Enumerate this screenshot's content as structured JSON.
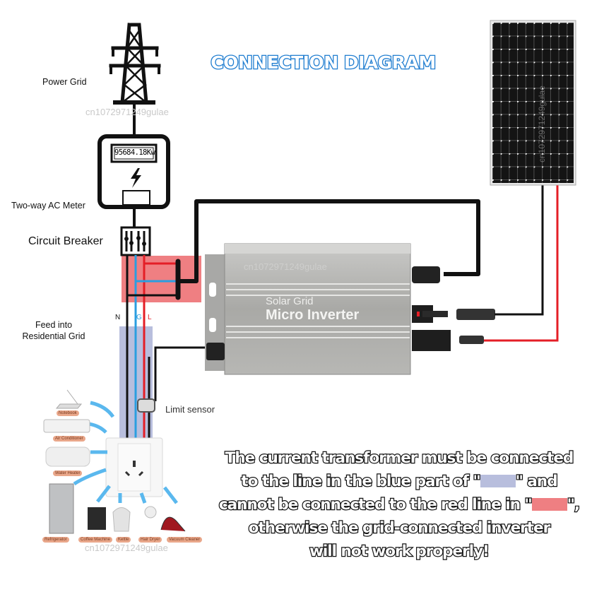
{
  "title": "CONNECTION DIAGRAM",
  "watermark": "cn1072971249gulae",
  "labels": {
    "power_grid": "Power Grid",
    "meter": "Two-way AC Meter",
    "breaker": "Circuit Breaker",
    "feed": "Feed into\nResidential Grid",
    "feed_line1": "Feed into",
    "feed_line2": "Residential Grid",
    "limit_sensor": "Limit sensor",
    "wire_n": "N",
    "wire_g": "G",
    "wire_l": "L"
  },
  "meter": {
    "reading": "95684.18Kw"
  },
  "inverter": {
    "line1": "Solar Grid",
    "line2": "Micro Inverter"
  },
  "appliances": [
    "Notebook",
    "Air Conditioner",
    "Water Heater",
    "Refrigerator",
    "Coffee Machine",
    "Kettle",
    "Hair Dryer",
    "Vacuum Cleaner"
  ],
  "notice": {
    "line1": "The current transformer must be connected",
    "line2_a": "to the line in the blue part of \"",
    "line2_b": "\" and",
    "line3_a": "cannot be connected to the red line in \"",
    "line3_b": "\",",
    "line4": "otherwise the grid-connected inverter",
    "line5": "will not work properly!"
  },
  "colors": {
    "title_outline": "#1f7dd0",
    "blue_zone": "#b8bedd",
    "red_zone": "#ef7f82",
    "wire_blue": "#2a9ee0",
    "wire_red": "#e41e26",
    "wire_black": "#111111"
  }
}
